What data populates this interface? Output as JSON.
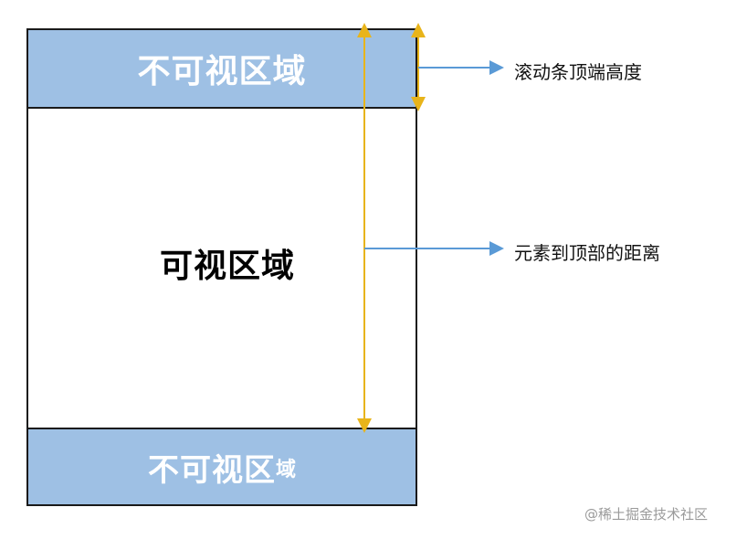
{
  "diagram": {
    "hidden_top_label": "不可视区域",
    "visible_label": "可视区域",
    "hidden_bottom_label_main": "不可视区",
    "hidden_bottom_label_small": "域",
    "annotations": {
      "scroll_top": "滚动条顶端高度",
      "element_distance": "元素到顶部的距离"
    },
    "watermark": "@稀土掘金技术社区"
  },
  "colors": {
    "hidden_fill": "#9ec0e4",
    "frame": "#1a1a1a",
    "measure_line": "#e8b41a",
    "pointer_arrow": "#5a9ad6"
  }
}
